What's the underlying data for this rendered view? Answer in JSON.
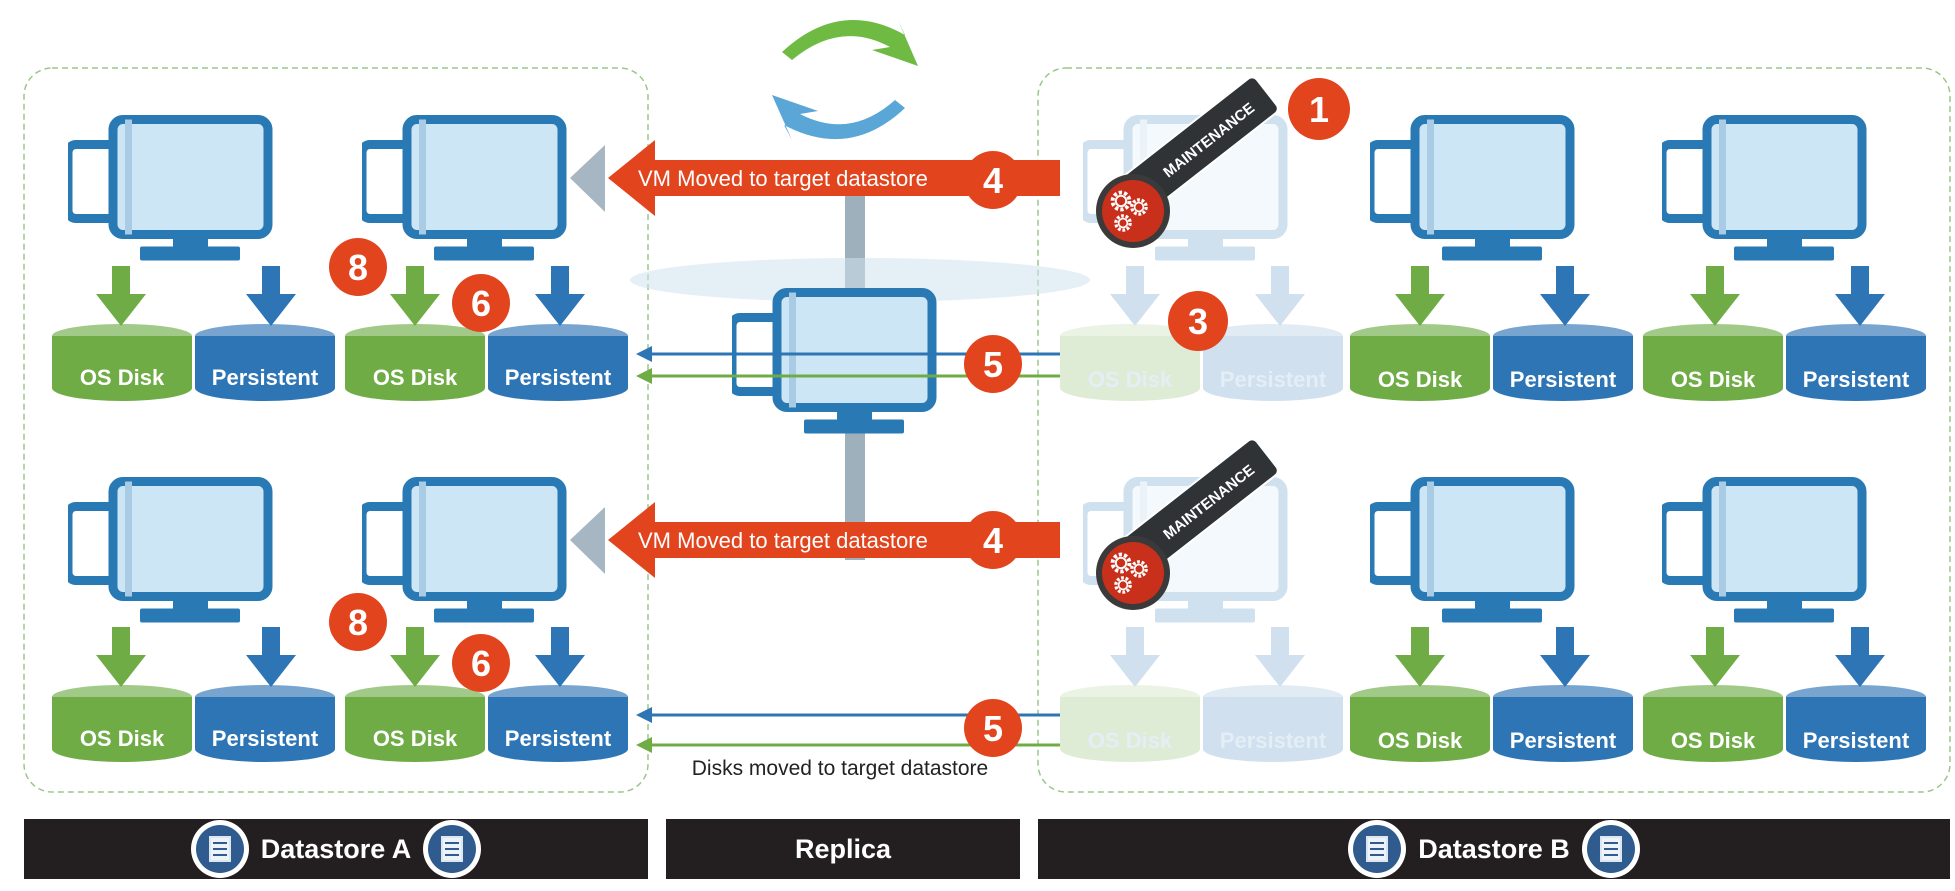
{
  "arrow_labels": {
    "vm_moved_top": "VM Moved to target datastore",
    "vm_moved_bottom": "VM Moved to target datastore",
    "disks_moved": "Disks moved to target datastore"
  },
  "steps": {
    "s1": "1",
    "s3": "3",
    "s4_top": "4",
    "s4_bottom": "4",
    "s5_top": "5",
    "s5_bottom": "5",
    "s6_top": "6",
    "s6_bottom": "6",
    "s8_top": "8",
    "s8_bottom": "8"
  },
  "maintenance_label": "MAINTENANCE",
  "disk_labels": {
    "os": "OS Disk",
    "persistent": "Persistent"
  },
  "footers": {
    "datastore_a": "Datastore A",
    "replica": "Replica",
    "datastore_b": "Datastore B"
  },
  "colors": {
    "monitor_stroke": "#2879b4",
    "monitor_fill": "#cde6f5",
    "os_disk": "#6fac46",
    "persistent_disk": "#2e75b6",
    "step_badge": "#e2451e",
    "arrow_red": "#e2451e",
    "arrow_grey": "#a6b6c2",
    "pole_grey": "#9fb0bd",
    "footer_bg": "#231f20",
    "region_border": "#9cc78b"
  },
  "icons": [
    "monitor-icon",
    "down-arrow-icon",
    "disk-icon",
    "gear-icon",
    "sync-cycle-icon",
    "datastore-icon"
  ]
}
